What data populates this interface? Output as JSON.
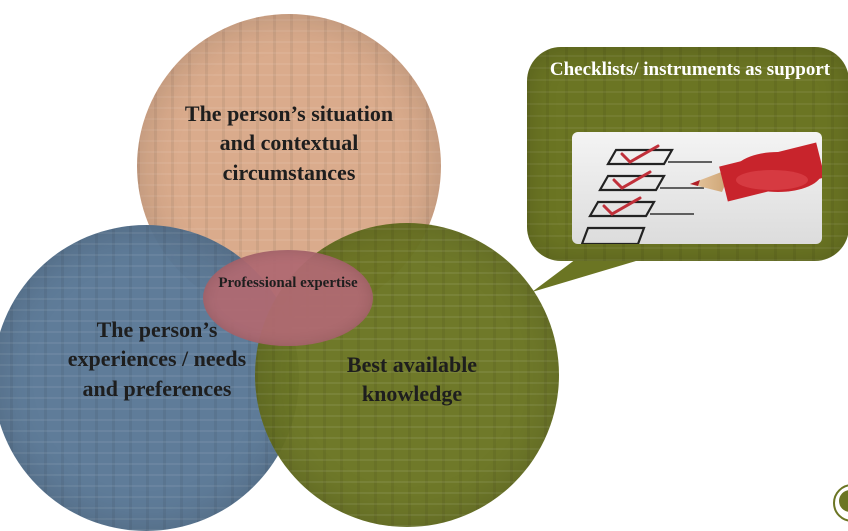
{
  "diagram": {
    "circle_top_label": "The person’s situation and contextual circumstances",
    "circle_left_label": "The person’s experiences / needs and preferences",
    "circle_right_label": "Best available knowledge",
    "center_label": "Professional expertise",
    "bubble_title": "Checklists/ instruments as support"
  },
  "colors": {
    "top_circle": "#d9a989",
    "left_circle": "#5a7896",
    "right_circle": "#6b7523",
    "center_oval": "#b06a72",
    "checkmark": "#c0303a",
    "pencil": "#c8242c"
  }
}
